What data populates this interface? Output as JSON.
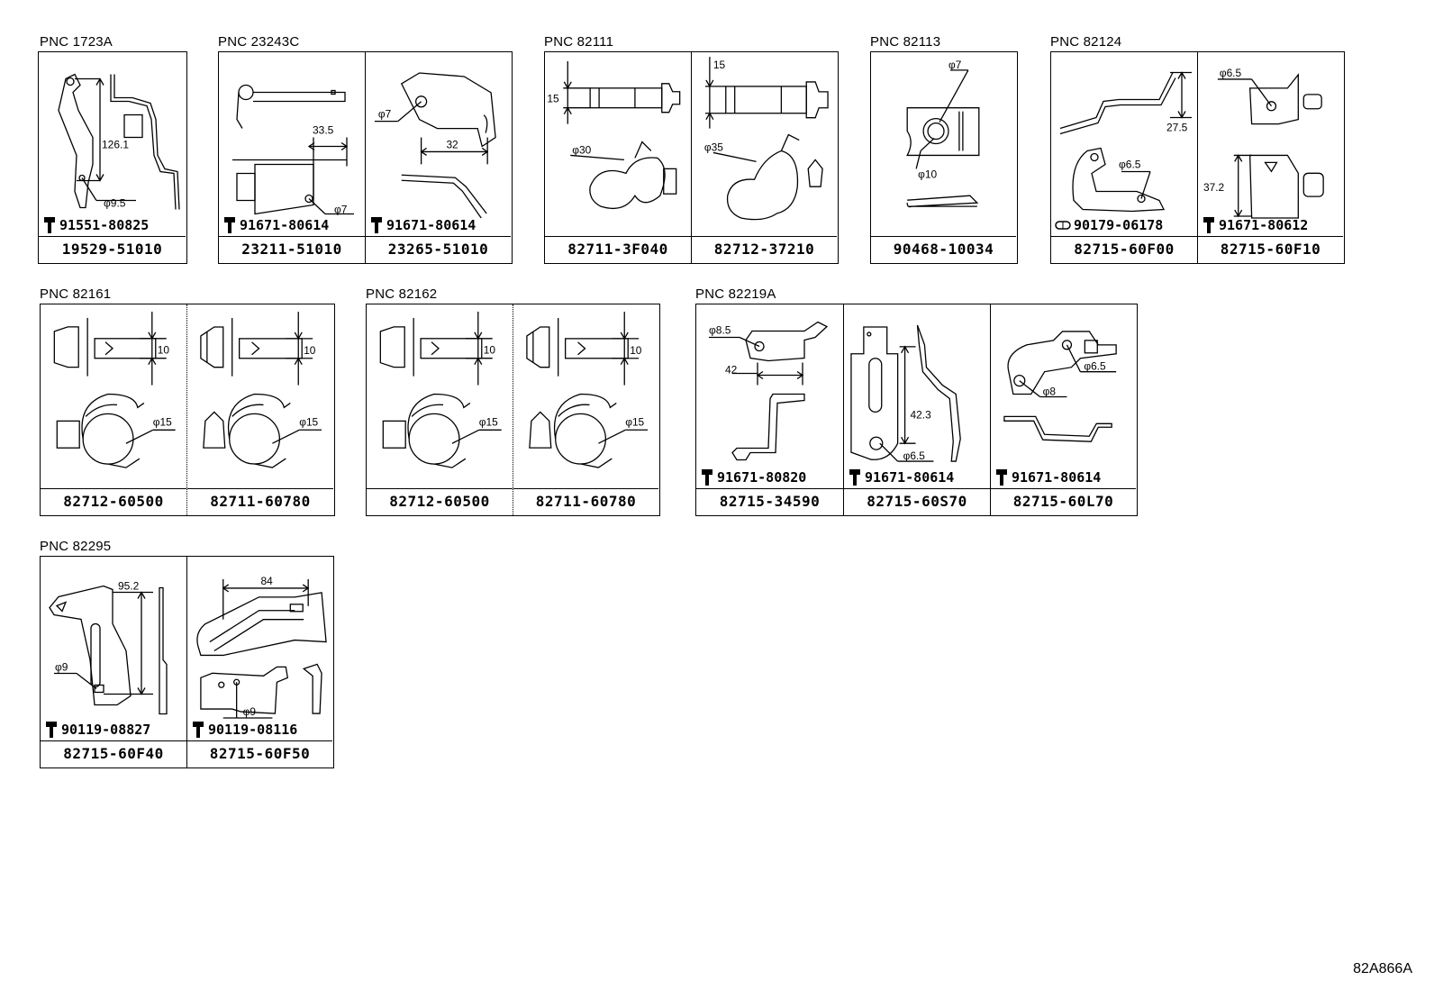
{
  "groups": [
    {
      "pnc": "PNC 1723A",
      "cells": [
        {
          "part": "19529-51010",
          "bolt": "91551-80825",
          "dims": [
            "126.1",
            "φ9.5"
          ]
        }
      ]
    },
    {
      "pnc": "PNC 23243C",
      "cells": [
        {
          "part": "23211-51010",
          "bolt": "91671-80614",
          "dims": [
            "33.5",
            "φ7"
          ]
        },
        {
          "part": "23265-51010",
          "bolt": "91671-80614",
          "dims": [
            "φ7",
            "32"
          ]
        }
      ]
    },
    {
      "pnc": "PNC 82111",
      "cells": [
        {
          "part": "82711-3F040",
          "dims": [
            "15",
            "φ30"
          ]
        },
        {
          "part": "82712-37210",
          "dims": [
            "15",
            "φ35"
          ]
        }
      ]
    },
    {
      "pnc": "PNC 82113",
      "cells": [
        {
          "part": "90468-10034",
          "dims": [
            "φ7",
            "φ10"
          ]
        }
      ]
    },
    {
      "pnc": "PNC 82124",
      "cells": [
        {
          "part": "82715-60F00",
          "bolt": "90179-06178",
          "dims": [
            "27.5",
            "φ6.5"
          ]
        },
        {
          "part": "82715-60F10",
          "bolt": "91671-80612",
          "dims": [
            "φ6.5",
            "37.2"
          ]
        }
      ]
    },
    {
      "pnc": "PNC 82161",
      "cells": [
        {
          "part": "82712-60500",
          "dims": [
            "10",
            "φ15"
          ]
        },
        {
          "part": "82711-60780",
          "dims": [
            "10",
            "φ15"
          ]
        }
      ]
    },
    {
      "pnc": "PNC 82162",
      "cells": [
        {
          "part": "82712-60500",
          "dims": [
            "10",
            "φ15"
          ]
        },
        {
          "part": "82711-60780",
          "dims": [
            "10",
            "φ15"
          ]
        }
      ]
    },
    {
      "pnc": "PNC 82219A",
      "cells": [
        {
          "part": "82715-34590",
          "bolt": "91671-80820",
          "dims": [
            "φ8.5",
            "42"
          ]
        },
        {
          "part": "82715-60S70",
          "bolt": "91671-80614",
          "dims": [
            "42.3",
            "φ6.5"
          ]
        },
        {
          "part": "82715-60L70",
          "bolt": "91671-80614",
          "dims": [
            "φ6.5",
            "φ8"
          ]
        }
      ]
    },
    {
      "pnc": "PNC 82295",
      "cells": [
        {
          "part": "82715-60F40",
          "bolt": "90119-08827",
          "dims": [
            "95.2",
            "φ9"
          ]
        },
        {
          "part": "82715-60F50",
          "bolt": "90119-08116",
          "dims": [
            "84",
            "φ9"
          ]
        }
      ]
    }
  ],
  "illustration_code": "82A866A"
}
